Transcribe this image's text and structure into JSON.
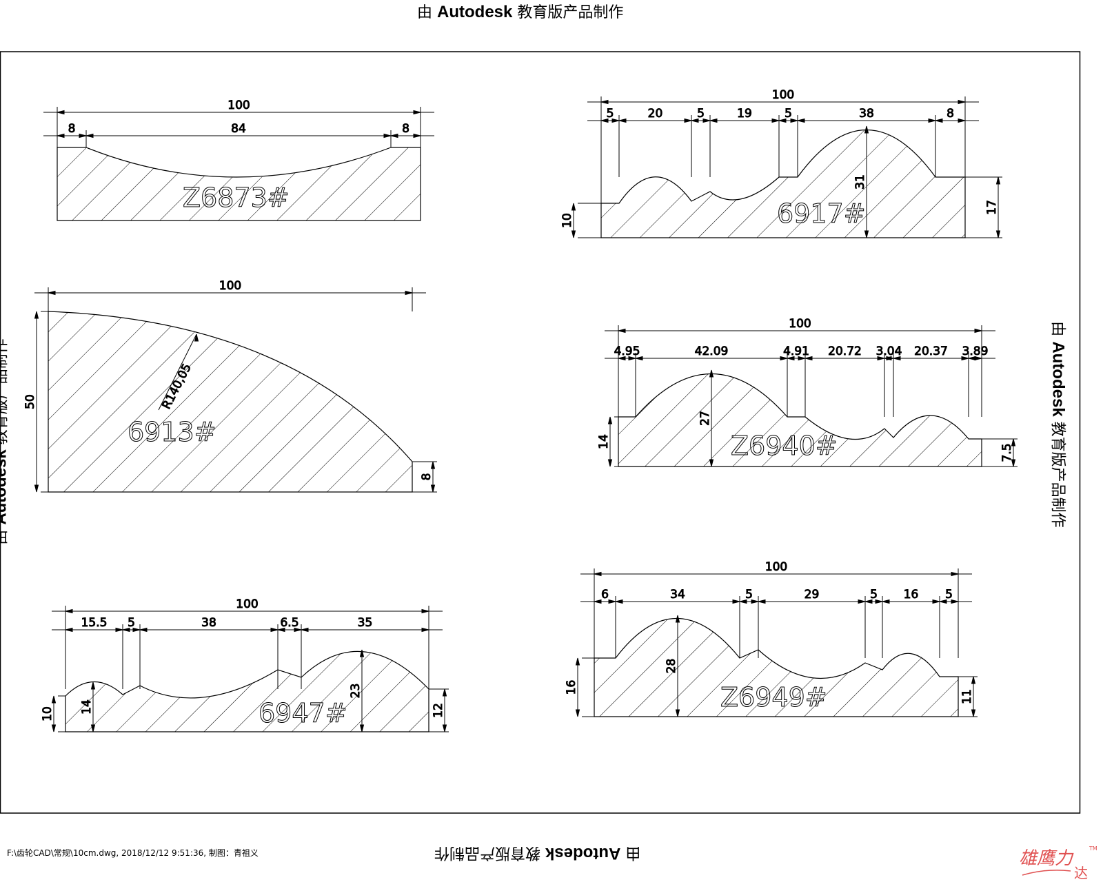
{
  "watermark": {
    "prefix": "由",
    "brand": "Autodesk",
    "suffix": "教育版产品制作"
  },
  "footer": "F:\\齿轮CAD\\常规\\10cm.dwg, 2018/12/12 9:51:36, 制图：青祖义",
  "logo": {
    "text": "雄鹰力达",
    "tm": "TM",
    "color": "#e05050"
  },
  "profiles": [
    {
      "id": "Z6873#",
      "dims": {
        "overall": "100",
        "d1": "8",
        "d2": "84",
        "d3": "8"
      }
    },
    {
      "id": "6913#",
      "dims": {
        "overall": "100",
        "height": "50",
        "end": "8",
        "radius": "R140,05"
      }
    },
    {
      "id": "6947#",
      "dims": {
        "overall": "100",
        "d1": "15.5",
        "d2": "5",
        "d3": "38",
        "d4": "6.5",
        "d5": "35",
        "left": "10",
        "bump": "14",
        "peak": "23",
        "right": "12"
      }
    },
    {
      "id": "6917#",
      "dims": {
        "overall": "100",
        "d1": "5",
        "d2": "20",
        "d3": "5",
        "d4": "19",
        "d5": "5",
        "d6": "38",
        "d7": "8",
        "left": "10",
        "peak": "31",
        "right": "17"
      }
    },
    {
      "id": "Z6940#",
      "dims": {
        "overall": "100",
        "d1": "4.95",
        "d2": "42.09",
        "d3": "4.91",
        "d4": "20.72",
        "d5": "3.04",
        "d6": "20.37",
        "d7": "3.89",
        "left": "14",
        "peak": "27",
        "right": "7.5"
      }
    },
    {
      "id": "Z6949#",
      "dims": {
        "overall": "100",
        "d1": "6",
        "d2": "34",
        "d3": "5",
        "d4": "29",
        "d5": "5",
        "d6": "16",
        "d7": "5",
        "left": "16",
        "peak": "28",
        "right": "11"
      }
    }
  ]
}
